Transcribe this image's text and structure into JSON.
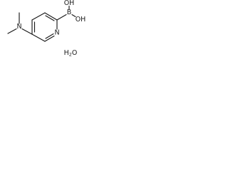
{
  "molecule": {
    "atoms": {
      "boron": "B",
      "hydroxyl_top": "OH",
      "hydroxyl_right": "OH",
      "ring_nitrogen": "N",
      "amine_nitrogen": "N"
    },
    "hydrate": {
      "h": "H",
      "h_count": "2",
      "o": "O"
    }
  }
}
